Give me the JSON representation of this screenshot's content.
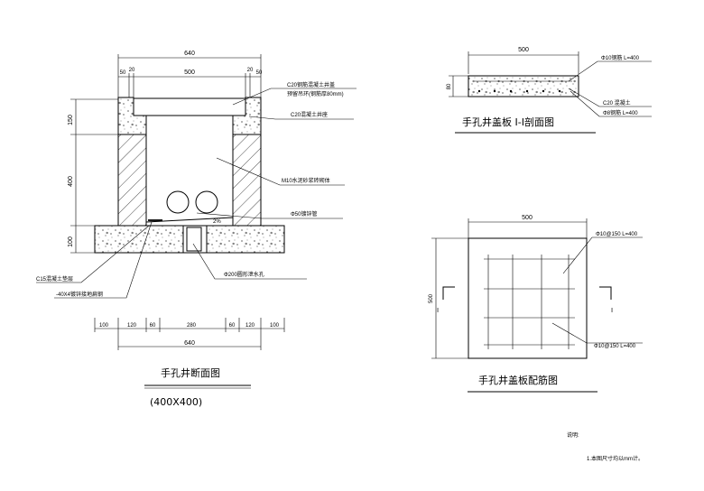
{
  "section": {
    "title": "手孔井断面图",
    "subtitle": "(400X400)",
    "dims_top": {
      "total": "640",
      "left_a": "50",
      "left_b": "20",
      "middle": "500",
      "right_b": "20",
      "right_a": "50"
    },
    "dims_left": {
      "upper": "150",
      "middle": "400",
      "lower": "100"
    },
    "dims_bottom": [
      "100",
      "120",
      "60",
      "280",
      "60",
      "120",
      "100"
    ],
    "dims_bottom_total": "640",
    "slope": "2%",
    "labels": {
      "cover_line1": "C20钢筋混凝土井盖",
      "cover_line2": "预留吊环(钢筋厚80mm)",
      "frame": "C20混凝土井座",
      "wall": "M10水泥砂浆砖砌体",
      "pipe": "Φ50镀锌管",
      "drain": "Φ200圆形泄水孔",
      "cushion": "C15混凝土垫层",
      "grounding": "-40X4镀锌接地扁钢"
    }
  },
  "cover_section": {
    "title": "手孔井盖板 Ⅰ-Ⅰ剖面图",
    "width": "500",
    "height": "80",
    "labels": {
      "top_bar": "Φ10钢筋  L=400",
      "concrete": "C20  混凝土",
      "bottom_bar": "Φ8钢筋  L=400"
    }
  },
  "cover_plan": {
    "title": "手孔井盖板配筋图",
    "width": "500",
    "height": "500",
    "section_mark": "Ⅰ",
    "labels": {
      "rebar_top": "Φ10@150  L=400",
      "rebar_bottom": "Φ10@150  L=400"
    }
  },
  "notes": {
    "heading": "说明:",
    "items": [
      "1.本图尺寸均以mm计。"
    ]
  }
}
